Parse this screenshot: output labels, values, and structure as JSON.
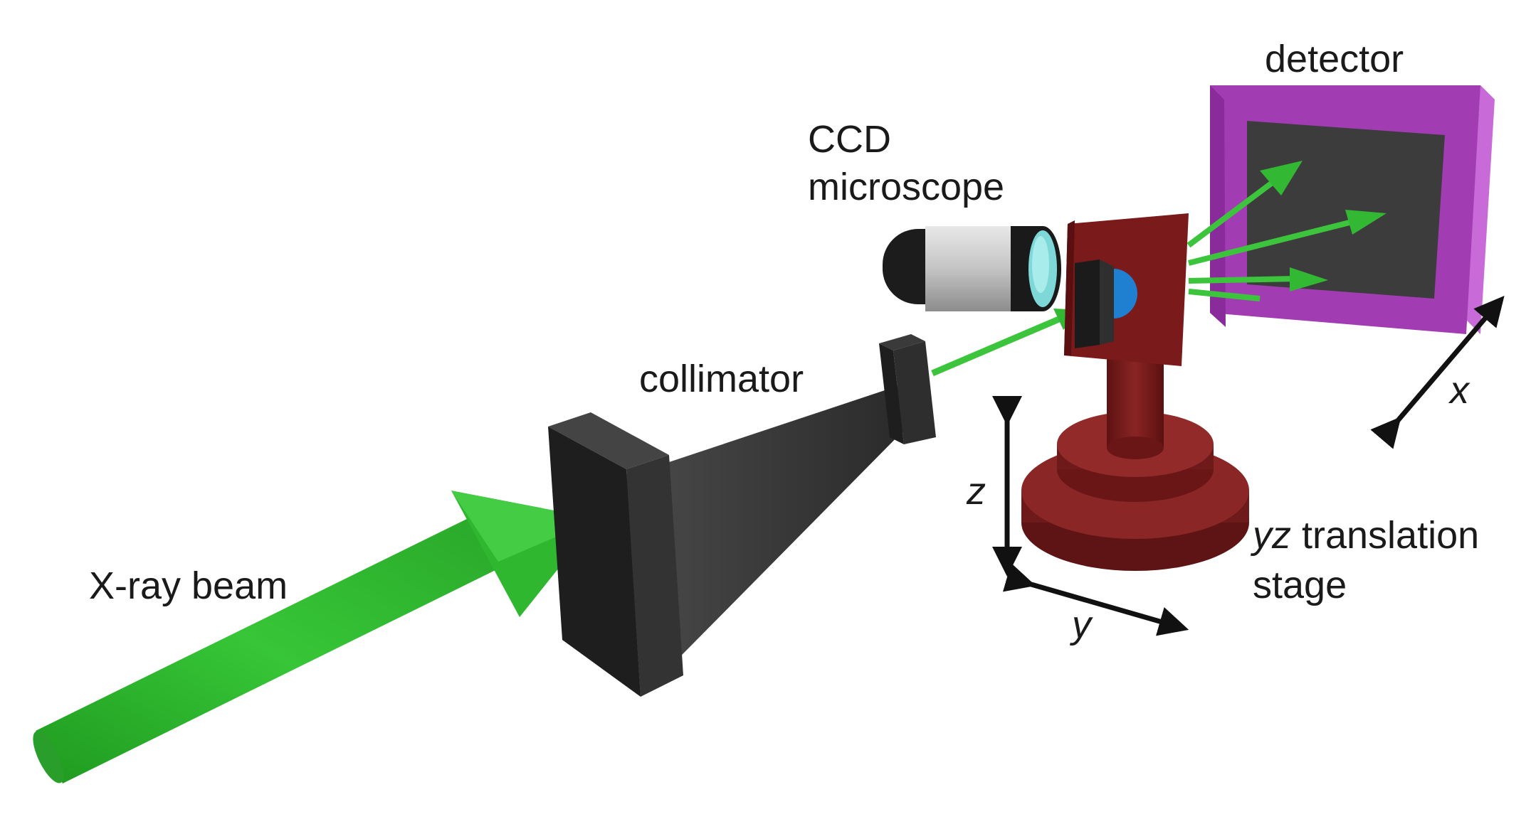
{
  "labels": {
    "detector": "detector",
    "ccd_line1": "CCD",
    "ccd_line2": "microscope",
    "collimator": "collimator",
    "xray": "X-ray beam",
    "stage_yz": "yz",
    "stage_rest": " translation",
    "stage_line2": "stage",
    "axis_x": "x",
    "axis_y": "y",
    "axis_z": "z"
  },
  "colors": {
    "beam_green": "#2db82d",
    "collimator_black": "#222222",
    "microscope_gray": "#c8c8c8",
    "lens_cyan": "#7fd8d8",
    "stage_red": "#7a1a1a",
    "sample_blue": "#1f7fd1",
    "detector_magenta": "#a23cb3",
    "detector_face": "#3c3c3c"
  }
}
